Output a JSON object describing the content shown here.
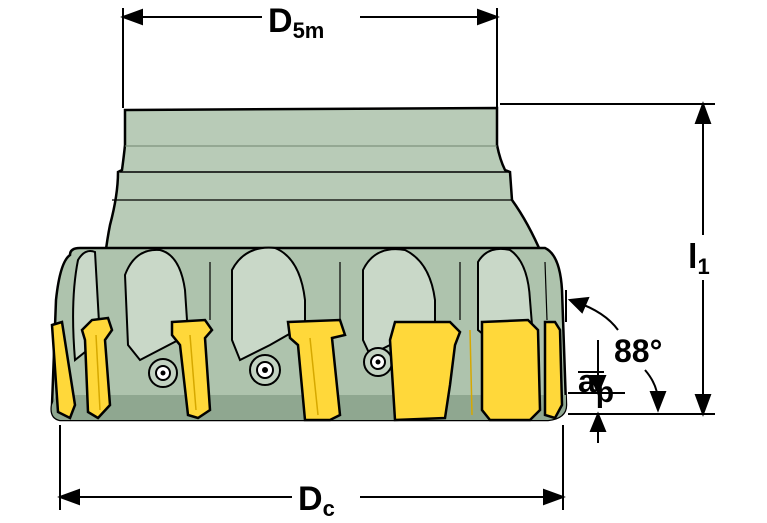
{
  "diagram": {
    "labels": {
      "top_diameter": {
        "main": "D",
        "sub": "5m"
      },
      "bottom_diameter": {
        "main": "D",
        "sub": "c"
      },
      "length": {
        "main": "l",
        "sub": "1"
      },
      "angle": "88°",
      "depth": {
        "main": "a",
        "sub": "p"
      }
    },
    "colors": {
      "body": "#b8cbb7",
      "body_shadow": "#8fa790",
      "insert": "#ffd83a",
      "insert_dark": "#d6a800",
      "outline": "#000000"
    }
  }
}
